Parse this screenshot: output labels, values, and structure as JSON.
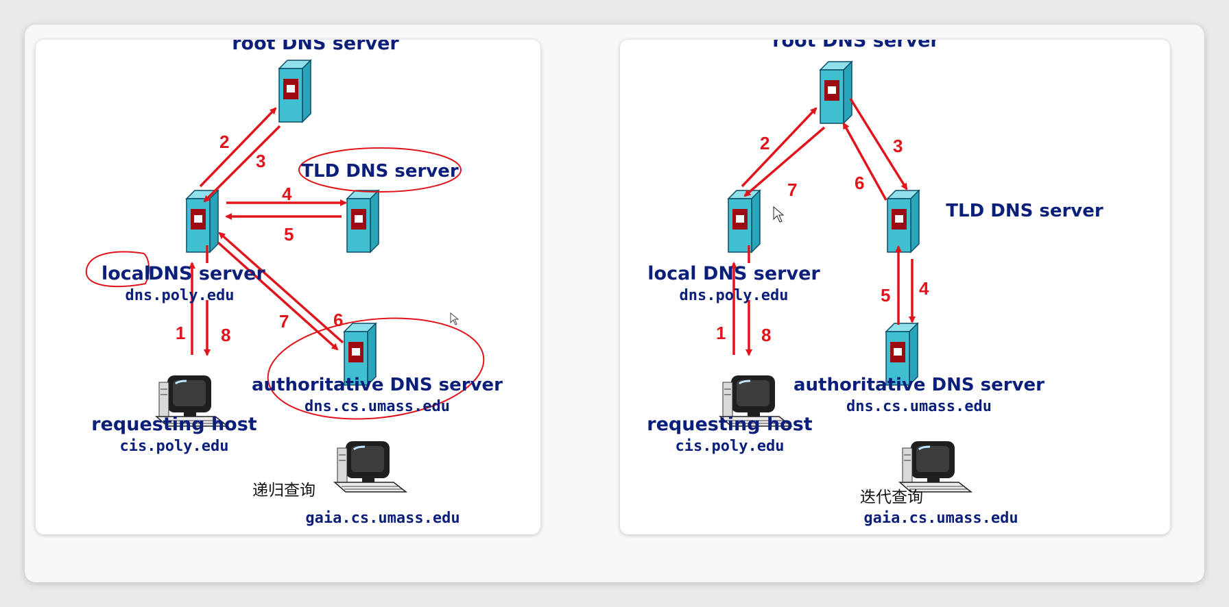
{
  "left_panel": {
    "root_label": "root DNS server",
    "tld_label": "TLD DNS server",
    "local_label_a": "local",
    "local_label_b": "DNS server",
    "local_host": "dns.poly.edu",
    "auth_label": "authoritative DNS server",
    "auth_host": "dns.cs.umass.edu",
    "req_label": "requesting host",
    "req_host": "cis.poly.edu",
    "target_host": "gaia.cs.umass.edu",
    "steps": [
      "1",
      "2",
      "3",
      "4",
      "5",
      "6",
      "7",
      "8"
    ],
    "caption": "递归查询"
  },
  "right_panel": {
    "root_label": "root DNS server",
    "tld_label": "TLD DNS server",
    "local_label": "local DNS server",
    "local_host": "dns.poly.edu",
    "auth_label": "authoritative DNS server",
    "auth_host": "dns.cs.umass.edu",
    "req_label": "requesting host",
    "req_host": "cis.poly.edu",
    "target_host": "gaia.cs.umass.edu",
    "steps": [
      "1",
      "2",
      "3",
      "4",
      "5",
      "6",
      "7",
      "8"
    ],
    "caption": "迭代查询"
  },
  "colors": {
    "arrow": "#e0141a",
    "label": "#0b1f7a",
    "server_face": "#3fbfd0",
    "server_slot": "#9e0a12"
  }
}
